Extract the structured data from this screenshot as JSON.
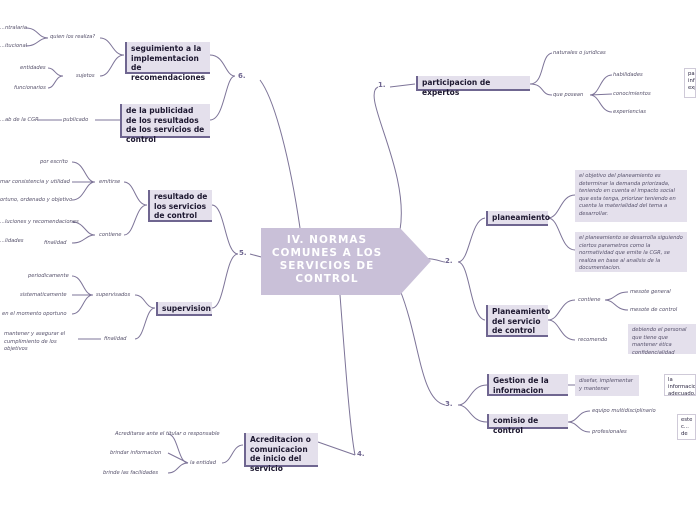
{
  "center": {
    "title": "IV. NORMAS COMUNES A LOS SERVICIOS DE CONTROL"
  },
  "colors": {
    "center_fill": "#c9c0d8",
    "line": "#7d7498",
    "node_fill": "#e4e0ec"
  },
  "branches": {
    "b1": {
      "num": "1.",
      "node": "participacion de expertos",
      "subs": {
        "a": "naturales o juridicas",
        "b": "que posean",
        "b1": "habilidades",
        "b2": "conocimientos",
        "b3": "experiencias"
      },
      "note": "par... info... exp..."
    },
    "b2": {
      "num": "2.",
      "planeamiento": {
        "node": "planeamiento",
        "text1": "el objetivo del planeamiento es determinar la demanda priorizada, teniendo en cuenta el impacto social que esta tenga, priorizar teniendo en cuenta la materialidad del tema a desarrollar.",
        "text2": "el planeamiento se desarrolla siguiendo ciertos parametros como la normatividad que emite la CGR, se realiza en base al analisis de la documentacion."
      },
      "servicio": {
        "node": "Planeamiento del servicio de control",
        "contiene": "contiene",
        "c1": "mesote general",
        "c2": "mesote de control",
        "recomendo": "recomendo",
        "text": "debiendo el personal que tiene que mantener ética confidencialidad"
      }
    },
    "b3": {
      "num": "3.",
      "gestion": {
        "node": "Gestion de la informacion",
        "text": "disefar, implementar y mantener",
        "note": "la informacion... adecuado... somete a u..."
      },
      "comision": {
        "node": "comisio de control",
        "c1": "equipo multidisciplinario",
        "c2": "profesionales",
        "note": "este c... de co... equip..."
      }
    },
    "b4": {
      "num": "4.",
      "node": "Acreditacion o comunicacion de inicio del servicio",
      "la_entidad": "la entidad",
      "items": [
        "Acreditarse ante el titular o responsable",
        "brindar informacion",
        "brinde las facilidades"
      ]
    },
    "b5": {
      "num": "5.",
      "resultado": {
        "node": "resultado de los servicios de control",
        "emitirse": "emitirse",
        "e1": "por escrito",
        "e2": "mar consistencia y utilidad",
        "e3": "ortuno, ordenado y objetivo",
        "contiene": "contiene",
        "c1": "...luciones y recomendaciones",
        "c2": "...lidades",
        "finalidad": "finalidad"
      },
      "supervision": {
        "node": "supervision",
        "supervisados": "supervisados",
        "s1": "periodicamente",
        "s2": "sistematicamente",
        "s3": "en el momento oportuno",
        "finalidad": "finalidad",
        "f1": "mantener y asegurar el cumplimiento de los objetivos"
      }
    },
    "b6": {
      "num": "6.",
      "seguimiento": {
        "node": "seguimiento a la implementacion de recomendaciones",
        "quien": "quien los realiza?",
        "q1": "...ntralaria",
        "q2": "...itucional",
        "sujetos": "sujetos",
        "s1": "entidades",
        "s2": "funcionarios"
      },
      "publicidad": {
        "node": "de la publicidad de los resultados de los servicios de control",
        "publicado": "publicado",
        "p1": "...ab de la CGR"
      }
    }
  }
}
